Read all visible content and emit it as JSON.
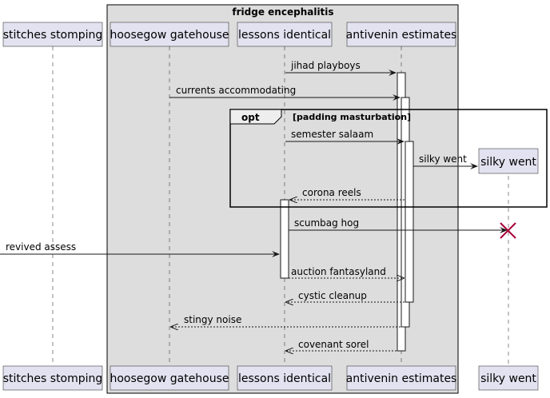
{
  "box": {
    "title": "fridge encephalitis"
  },
  "participants": [
    {
      "id": "stitches",
      "label": "stitches stomping"
    },
    {
      "id": "hoosegow",
      "label": "hoosegow gatehouse"
    },
    {
      "id": "lessons",
      "label": "lessons identical"
    },
    {
      "id": "antivenin",
      "label": "antivenin estimates"
    },
    {
      "id": "silky",
      "label": "silky went"
    }
  ],
  "fragment": {
    "keyword": "opt",
    "condition": "[padding masturbation]"
  },
  "messages": [
    {
      "label": "jihad playboys",
      "style": "solid"
    },
    {
      "label": "currents accommodating",
      "style": "solid"
    },
    {
      "label": "semester salaam",
      "style": "solid"
    },
    {
      "label": "silky went",
      "style": "solid"
    },
    {
      "label": "corona reels",
      "style": "dashed"
    },
    {
      "label": "scumbag hog",
      "style": "solid"
    },
    {
      "label": "revived assess",
      "style": "solid"
    },
    {
      "label": "auction fantasyland",
      "style": "dashed"
    },
    {
      "label": "cystic cleanup",
      "style": "dashed"
    },
    {
      "label": "stingy noise",
      "style": "dashed"
    },
    {
      "label": "covenant sorel",
      "style": "dashed"
    }
  ]
}
